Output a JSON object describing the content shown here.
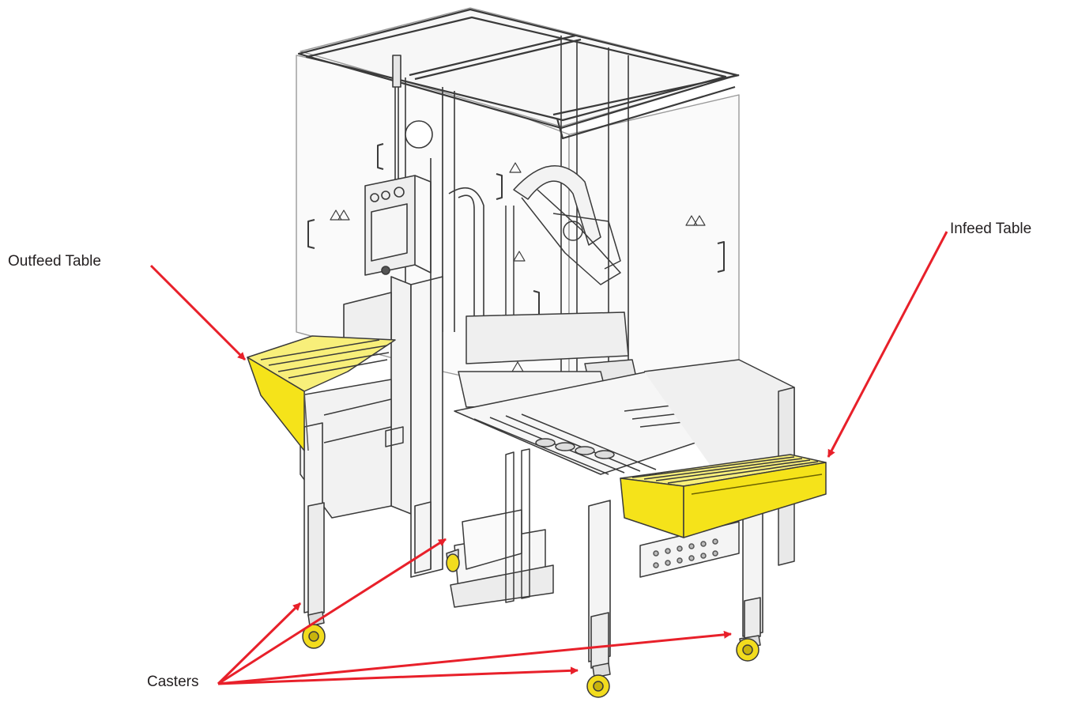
{
  "labels": {
    "outfeed": "Outfeed Table",
    "infeed": "Infeed Table",
    "casters": "Casters"
  },
  "colors": {
    "arrow": "#e8202a",
    "highlight": "#f5e31a",
    "highlight_dark": "#d8c50f",
    "line": "#3a3a3a",
    "frame": "#8a8a8a",
    "caster_wheel": "#f2dc1e"
  }
}
